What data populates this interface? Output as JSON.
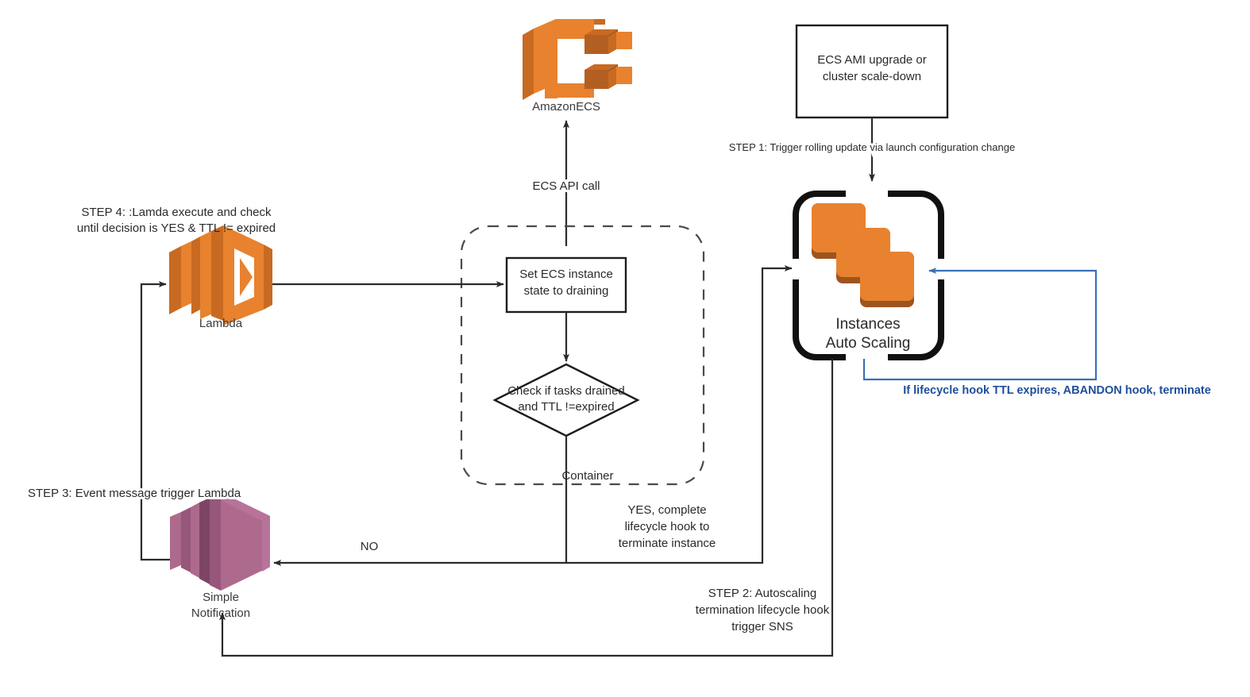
{
  "diagram": {
    "title": "ECS Auto Scaling lifecycle hook draining workflow",
    "colors": {
      "aws_orange": "#E8822E",
      "aws_orange_dark": "#9E5420",
      "aws_orange_mid": "#C96A22",
      "sns_pink": "#AE6A8C",
      "sns_pink_dark": "#7D4564",
      "sns_pink_mid": "#96577A",
      "line_black": "#2b2b2b",
      "line_blue": "#3B6FB6",
      "text_blue": "#1F4E9C",
      "text_dark": "#2a2a2a"
    },
    "nodes": {
      "trigger_box": {
        "line1": "ECS AMI upgrade or",
        "line2": "cluster scale-down"
      },
      "ecs_service": {
        "label": "AmazonECS",
        "icon": "amazon-ecs-icon"
      },
      "lambda_service": {
        "label": "Lambda",
        "icon": "aws-lambda-icon"
      },
      "sns_service": {
        "label_line1": "Simple",
        "label_line2": "Notification",
        "icon": "amazon-sns-icon"
      },
      "autoscaling_group": {
        "label_line1": "Instances",
        "label_line2": "Auto Scaling",
        "icon": "ec2-instances-stack-icon"
      },
      "draining_box": {
        "line1": "Set ECS instance",
        "line2": "state to draining"
      },
      "decision_diamond": {
        "line1": "Check if tasks drained",
        "line2": "and TTL !=expired"
      },
      "container_group": {
        "label": "Container"
      }
    },
    "edge_labels": {
      "step1": "STEP 1: Trigger rolling update via launch configuration change",
      "step2_line1": "STEP 2: Autoscaling",
      "step2_line2": "termination lifecycle hook",
      "step2_line3": "trigger SNS",
      "step3": "STEP 3: Event message trigger Lambda",
      "step4_line1": "STEP 4: :Lamda execute and check",
      "step4_line2": "until decision is YES & TTL != expired",
      "ecs_api_call": "ECS API call",
      "no_branch": "NO",
      "yes_line1": "YES, complete",
      "yes_line2": "lifecycle hook to",
      "yes_line3": "terminate instance",
      "abandon_hook": "If lifecycle hook TTL expires, ABANDON hook, terminate"
    }
  }
}
